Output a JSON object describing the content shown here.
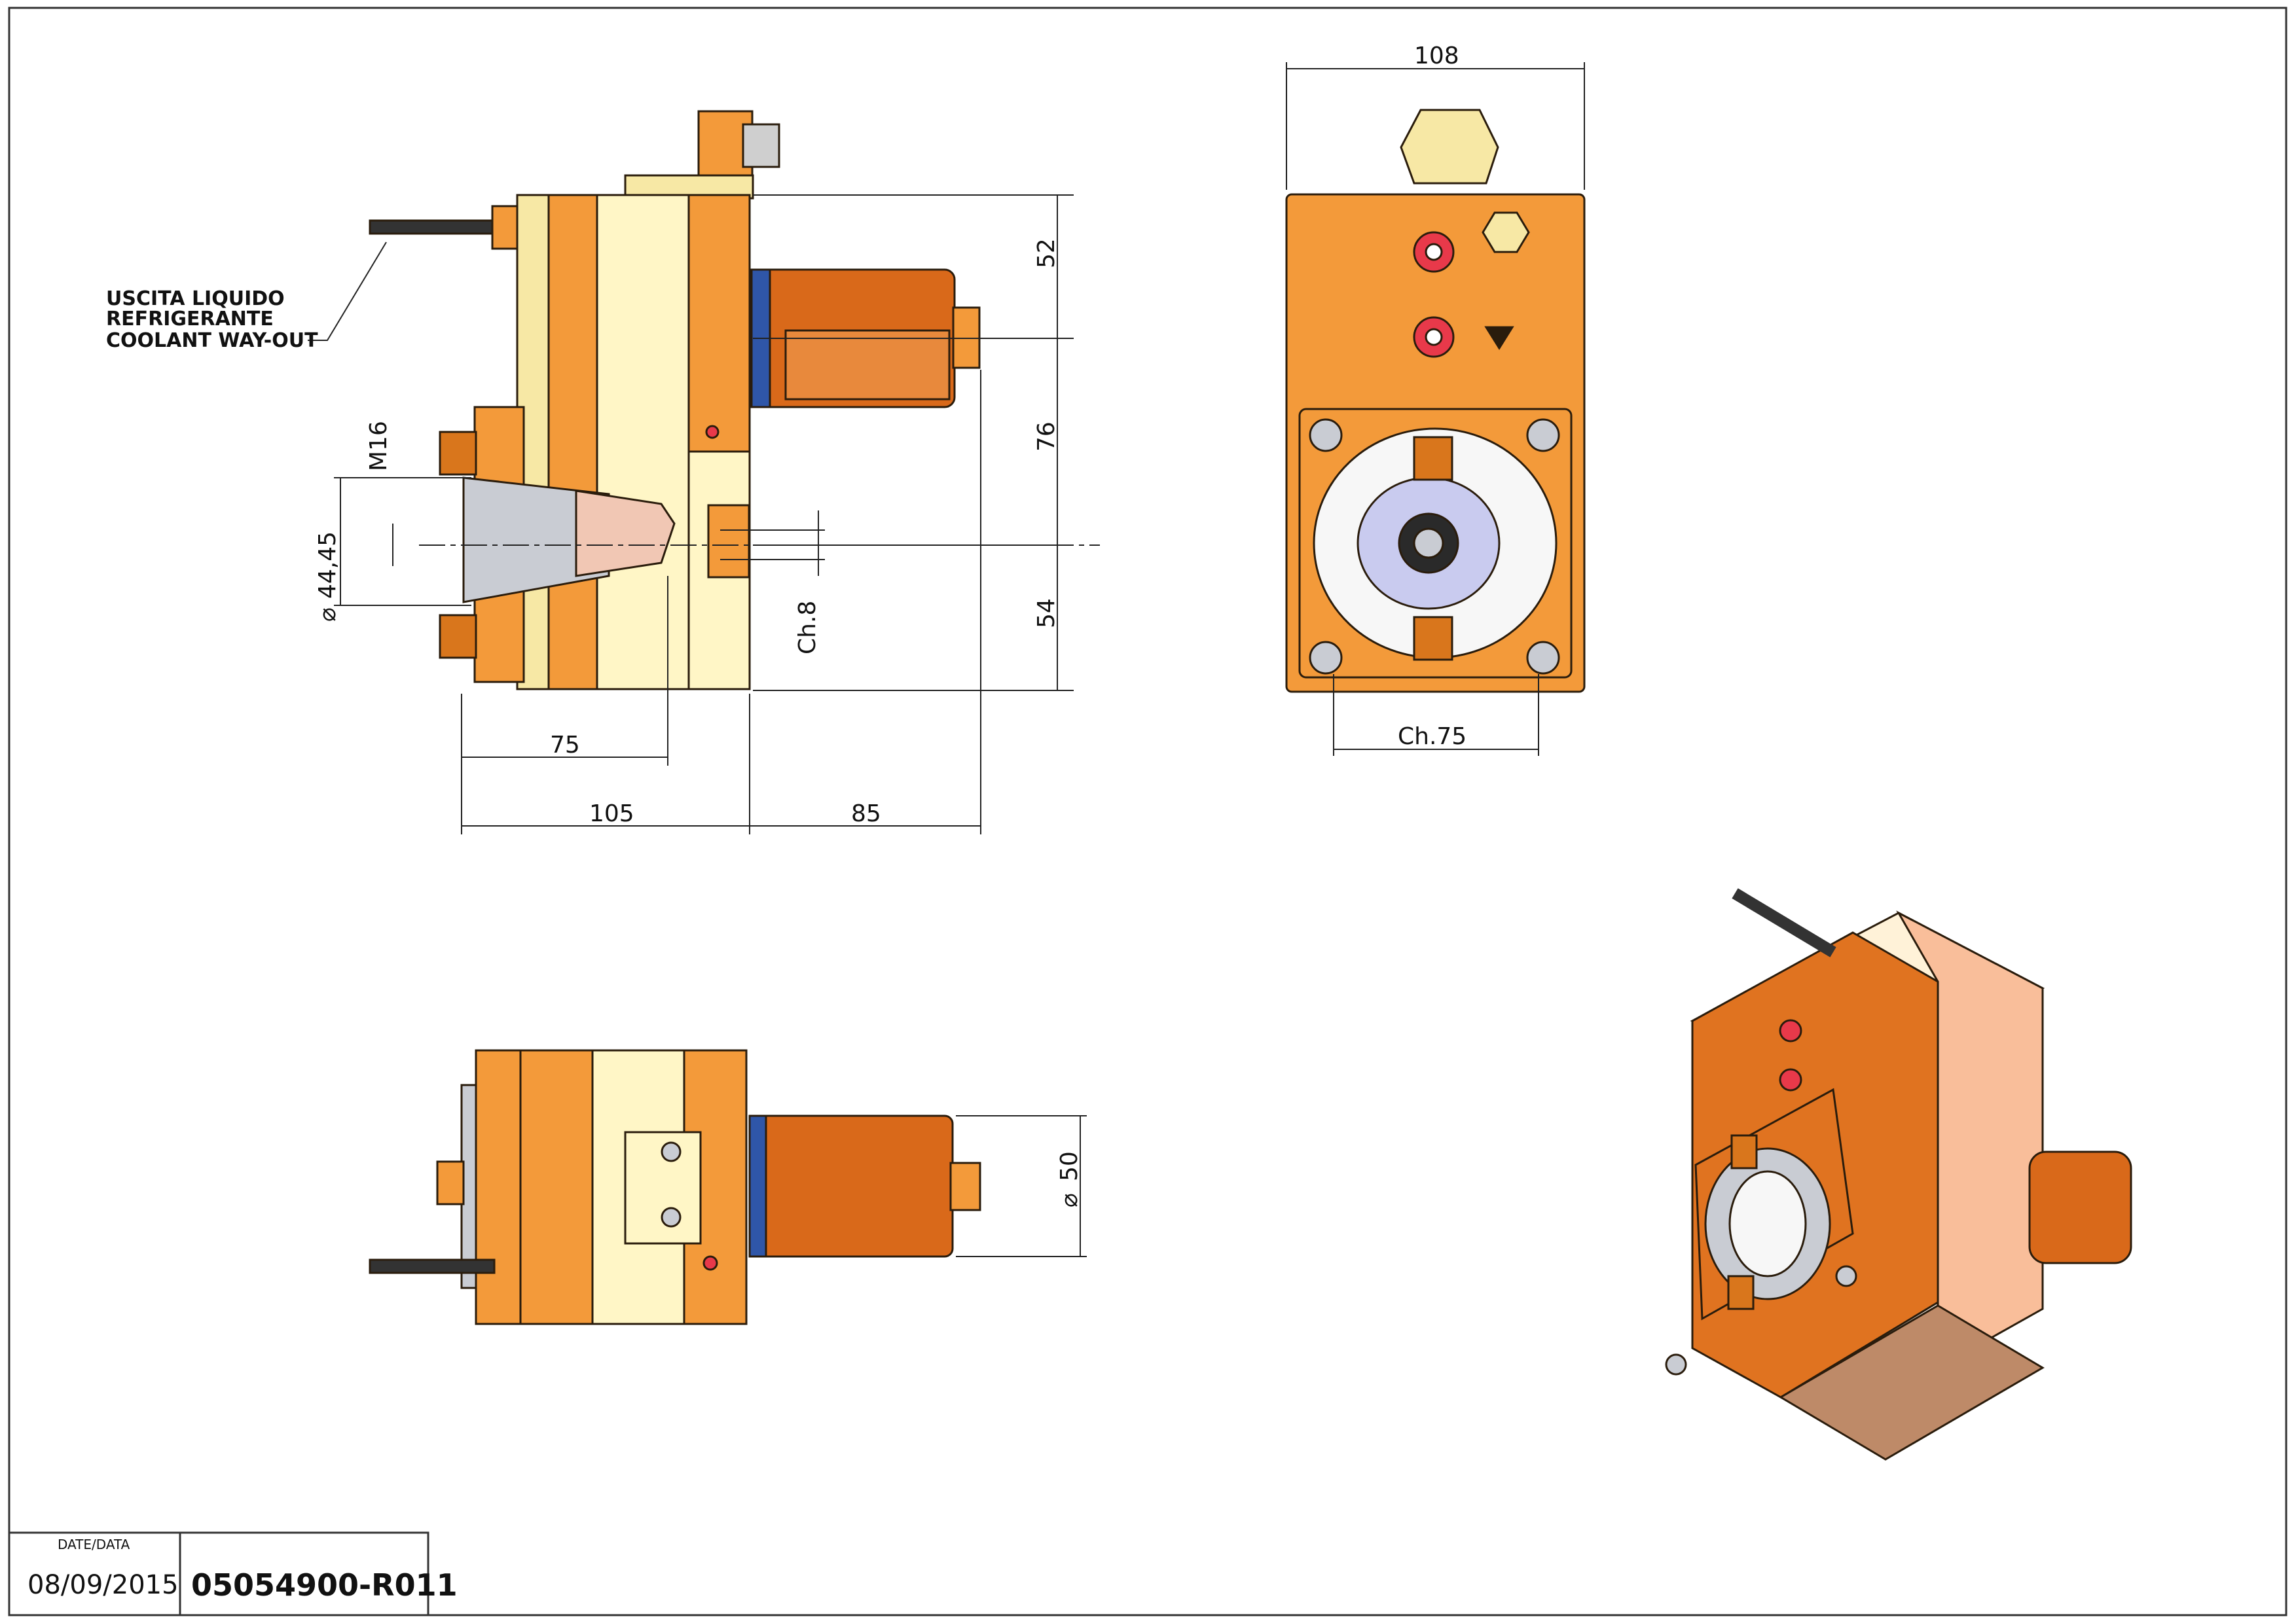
{
  "colors": {
    "orange": "#F39A3A",
    "orange_dark": "#D9761C",
    "copper": "#D9691A",
    "cream": "#FFF6C6",
    "beige": "#F7E8A5",
    "pink": "#F9BE9A",
    "taupe": "#BE8A68",
    "red_fitting": "#E8394A",
    "blue_ring": "#2F56A8",
    "steel": "#C9CCD3",
    "lens": "#C9CBEF"
  },
  "dimensions": {
    "side": {
      "d52": "52",
      "d76": "76",
      "d54": "54",
      "d75": "75",
      "d105": "105",
      "d85": "85",
      "m16": "M16",
      "dia4445": "44,45",
      "ch8": "Ch.8"
    },
    "front": {
      "d108": "108",
      "ch75": "Ch.75"
    },
    "top": {
      "dia50": "50"
    }
  },
  "notes": {
    "coolant_line1": "USCITA LIQUIDO",
    "coolant_line2": "REFRIGERANTE",
    "coolant_line3": "COOLANT WAY-OUT"
  },
  "title_block": {
    "date_label": "DATE/DATA",
    "date": "08/09/2015",
    "drawing_code": "05054900-R011"
  }
}
